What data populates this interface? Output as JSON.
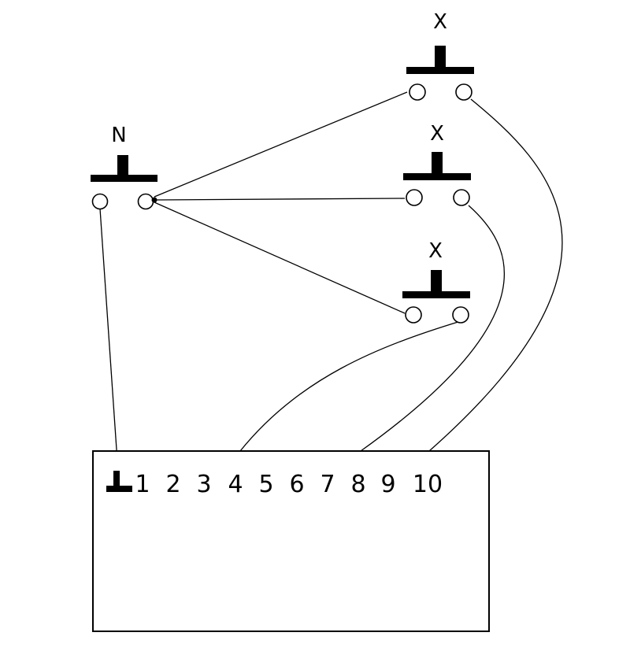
{
  "buttons": {
    "n": {
      "label": "N"
    },
    "x1": {
      "label": "X"
    },
    "x2": {
      "label": "X"
    },
    "x3": {
      "label": "X"
    }
  },
  "panel": {
    "terminals": [
      "1",
      "2",
      "3",
      "4",
      "5",
      "6",
      "7",
      "8",
      "9",
      "10"
    ]
  },
  "colors": {
    "stroke": "#000000",
    "background": "#ffffff"
  },
  "icons": {
    "ground": "ground-symbol-icon"
  }
}
